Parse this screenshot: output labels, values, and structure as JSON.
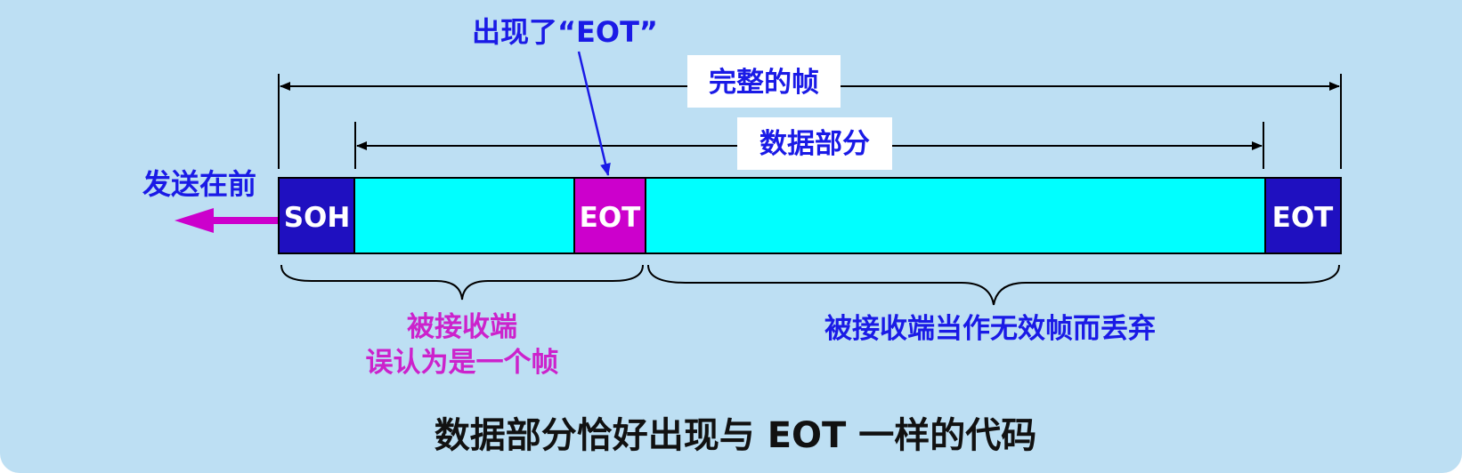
{
  "colors": {
    "background": "#bddff3",
    "cyan": "#00ffff",
    "dark_blue": "#1f10c0",
    "magenta": "#cc00cc",
    "label_blue": "#1a1ae6",
    "label_magenta": "#cc22cc",
    "text_dark": "#111111"
  },
  "annotation_eot": "出现了“EOT”",
  "full_frame_label": "完整的帧",
  "data_part_label": "数据部分",
  "send_first_label": "发送在前",
  "blocks": {
    "soh": "SOH",
    "eot_middle": "EOT",
    "eot_end": "EOT"
  },
  "left_brace_label_line1": "被接收端",
  "left_brace_label_line2": "误认为是一个帧",
  "right_brace_label": "被接收端当作无效帧而丢弃",
  "caption": "数据部分恰好出现与 EOT 一样的代码"
}
